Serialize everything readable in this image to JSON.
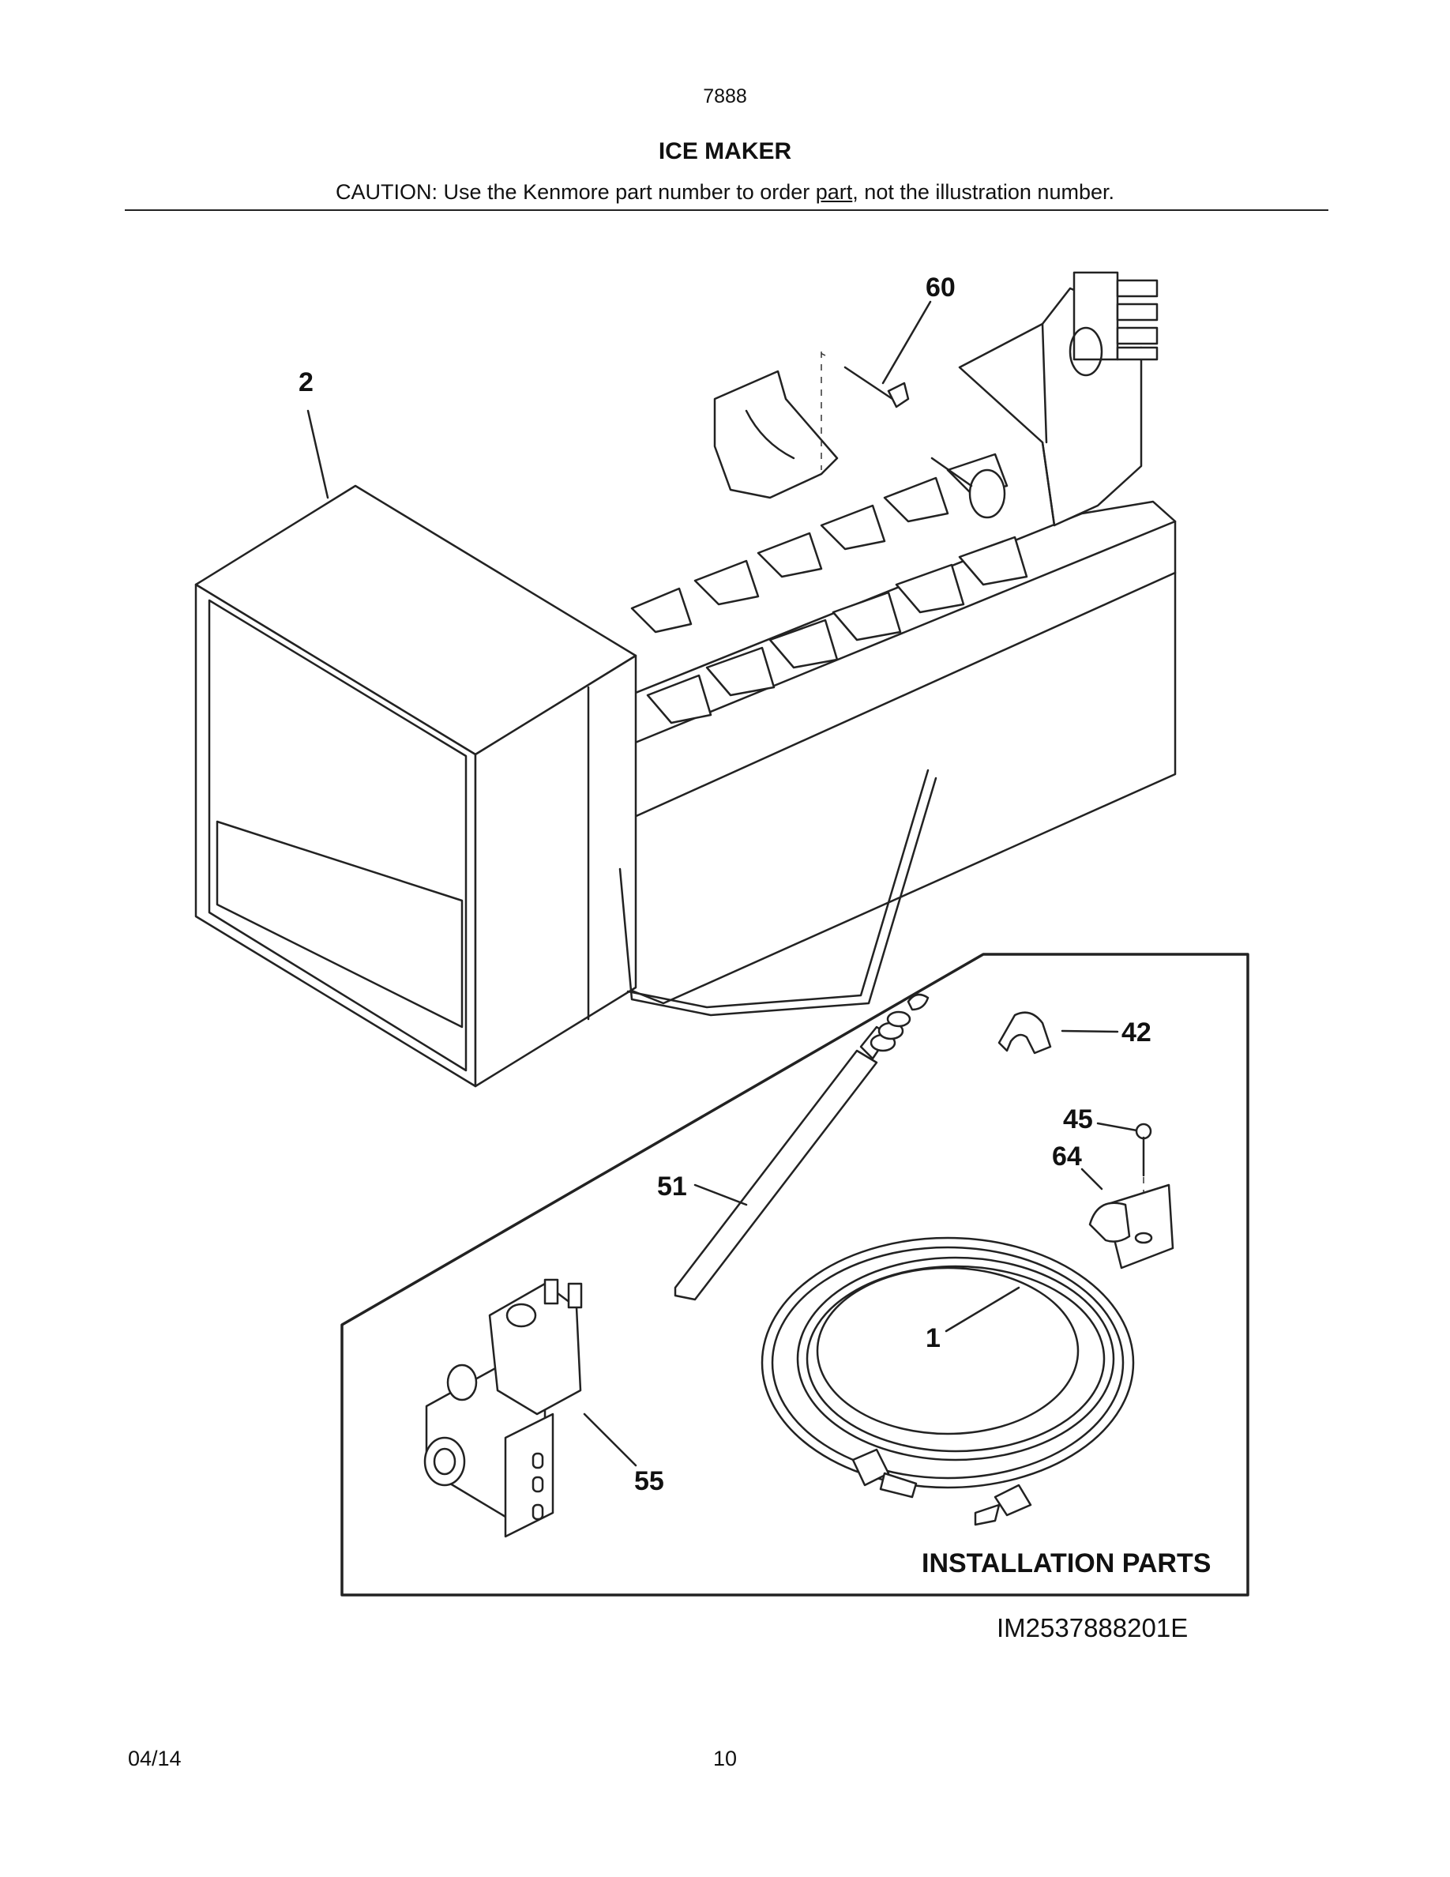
{
  "header": {
    "page_code": "7888",
    "title": "ICE MAKER",
    "caution_prefix": "CAUTION: Use the Kenmore part number to order ",
    "caution_link": "part",
    "caution_suffix": ", not the illustration number."
  },
  "diagram": {
    "callouts": [
      {
        "id": "60",
        "label": "60"
      },
      {
        "id": "2",
        "label": "2"
      },
      {
        "id": "42",
        "label": "42"
      },
      {
        "id": "45",
        "label": "45"
      },
      {
        "id": "64",
        "label": "64"
      },
      {
        "id": "51",
        "label": "51"
      },
      {
        "id": "1",
        "label": "1"
      },
      {
        "id": "55",
        "label": "55"
      }
    ],
    "installation_title": "INSTALLATION PARTS",
    "image_id": "IM2537888201E"
  },
  "footer": {
    "date": "04/14",
    "page": "10"
  }
}
